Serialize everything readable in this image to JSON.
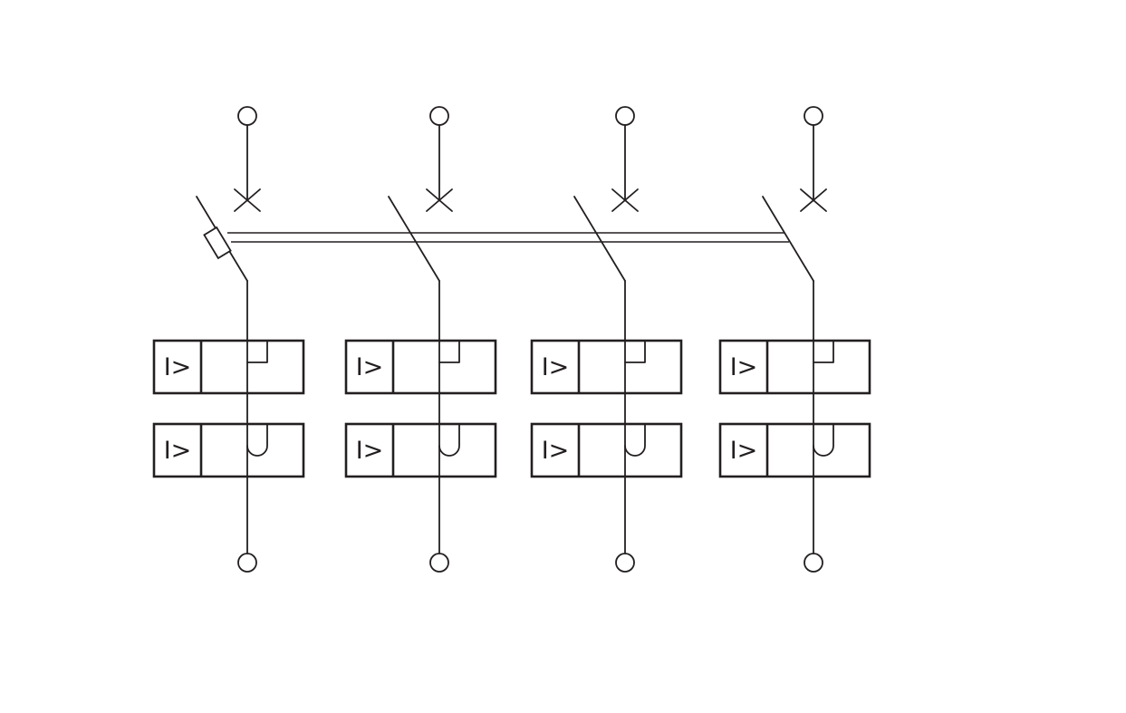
{
  "diagram": {
    "name": "four-pole-circuit-breaker-with-overcurrent-releases",
    "background": "#ffffff",
    "stroke_color": "#231f20",
    "poles": [
      {
        "thermal_release_label": "I>",
        "magnetic_release_label": "I>"
      },
      {
        "thermal_release_label": "I>",
        "magnetic_release_label": "I>"
      },
      {
        "thermal_release_label": "I>",
        "magnetic_release_label": "I>"
      },
      {
        "thermal_release_label": "I>",
        "magnetic_release_label": "I>"
      }
    ]
  }
}
